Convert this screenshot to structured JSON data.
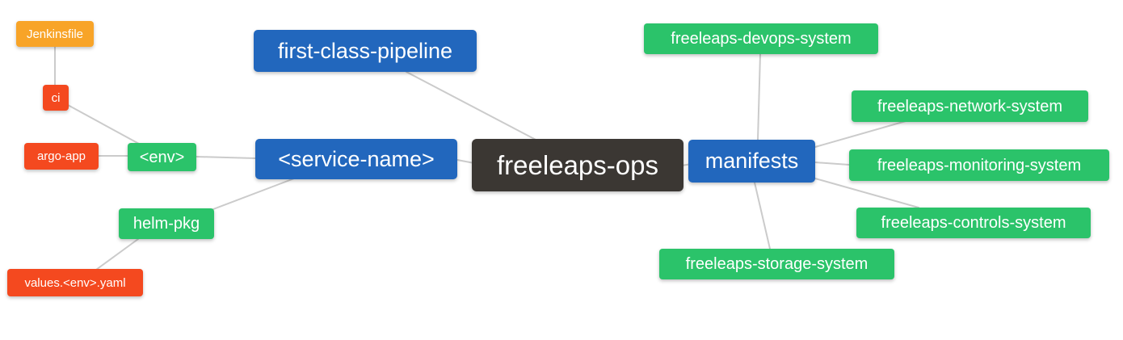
{
  "diagram": {
    "kind": "mind-map",
    "background": "#ffffff",
    "edge_color": "#cbcbcb"
  },
  "palette": {
    "root": "#3b3733",
    "blue": "#2267bd",
    "green": "#2bc36a",
    "orange": "#f8a428",
    "red": "#f4491f"
  },
  "nodes": [
    {
      "id": "jenkinsfile",
      "label": "Jenkinsfile",
      "color": "orange"
    },
    {
      "id": "ci",
      "label": "ci",
      "color": "red"
    },
    {
      "id": "argo-app",
      "label": "argo-app",
      "color": "red"
    },
    {
      "id": "env",
      "label": "<env>",
      "color": "green"
    },
    {
      "id": "first-class-pipeline",
      "label": "first-class-pipeline",
      "color": "blue"
    },
    {
      "id": "service-name",
      "label": "<service-name>",
      "color": "blue"
    },
    {
      "id": "freeleaps-ops",
      "label": "freeleaps-ops",
      "color": "root"
    },
    {
      "id": "manifests",
      "label": "manifests",
      "color": "blue"
    },
    {
      "id": "freeleaps-devops-system",
      "label": "freeleaps-devops-system",
      "color": "green"
    },
    {
      "id": "freeleaps-network-system",
      "label": "freeleaps-network-system",
      "color": "green"
    },
    {
      "id": "freeleaps-monitoring-system",
      "label": "freeleaps-monitoring-system",
      "color": "green"
    },
    {
      "id": "freeleaps-controls-system",
      "label": "freeleaps-controls-system",
      "color": "green"
    },
    {
      "id": "freeleaps-storage-system",
      "label": "freeleaps-storage-system",
      "color": "green"
    },
    {
      "id": "helm-pkg",
      "label": "helm-pkg",
      "color": "green"
    },
    {
      "id": "values-env-yaml",
      "label": "values.<env>.yaml",
      "color": "red"
    }
  ],
  "edges": [
    {
      "from": "ci",
      "to": "jenkinsfile"
    },
    {
      "from": "env",
      "to": "ci"
    },
    {
      "from": "env",
      "to": "argo-app"
    },
    {
      "from": "service-name",
      "to": "env"
    },
    {
      "from": "freeleaps-ops",
      "to": "first-class-pipeline"
    },
    {
      "from": "freeleaps-ops",
      "to": "service-name"
    },
    {
      "from": "service-name",
      "to": "helm-pkg"
    },
    {
      "from": "helm-pkg",
      "to": "values-env-yaml"
    },
    {
      "from": "freeleaps-ops",
      "to": "manifests"
    },
    {
      "from": "manifests",
      "to": "freeleaps-devops-system"
    },
    {
      "from": "manifests",
      "to": "freeleaps-network-system"
    },
    {
      "from": "manifests",
      "to": "freeleaps-monitoring-system"
    },
    {
      "from": "manifests",
      "to": "freeleaps-controls-system"
    },
    {
      "from": "manifests",
      "to": "freeleaps-storage-system"
    }
  ]
}
